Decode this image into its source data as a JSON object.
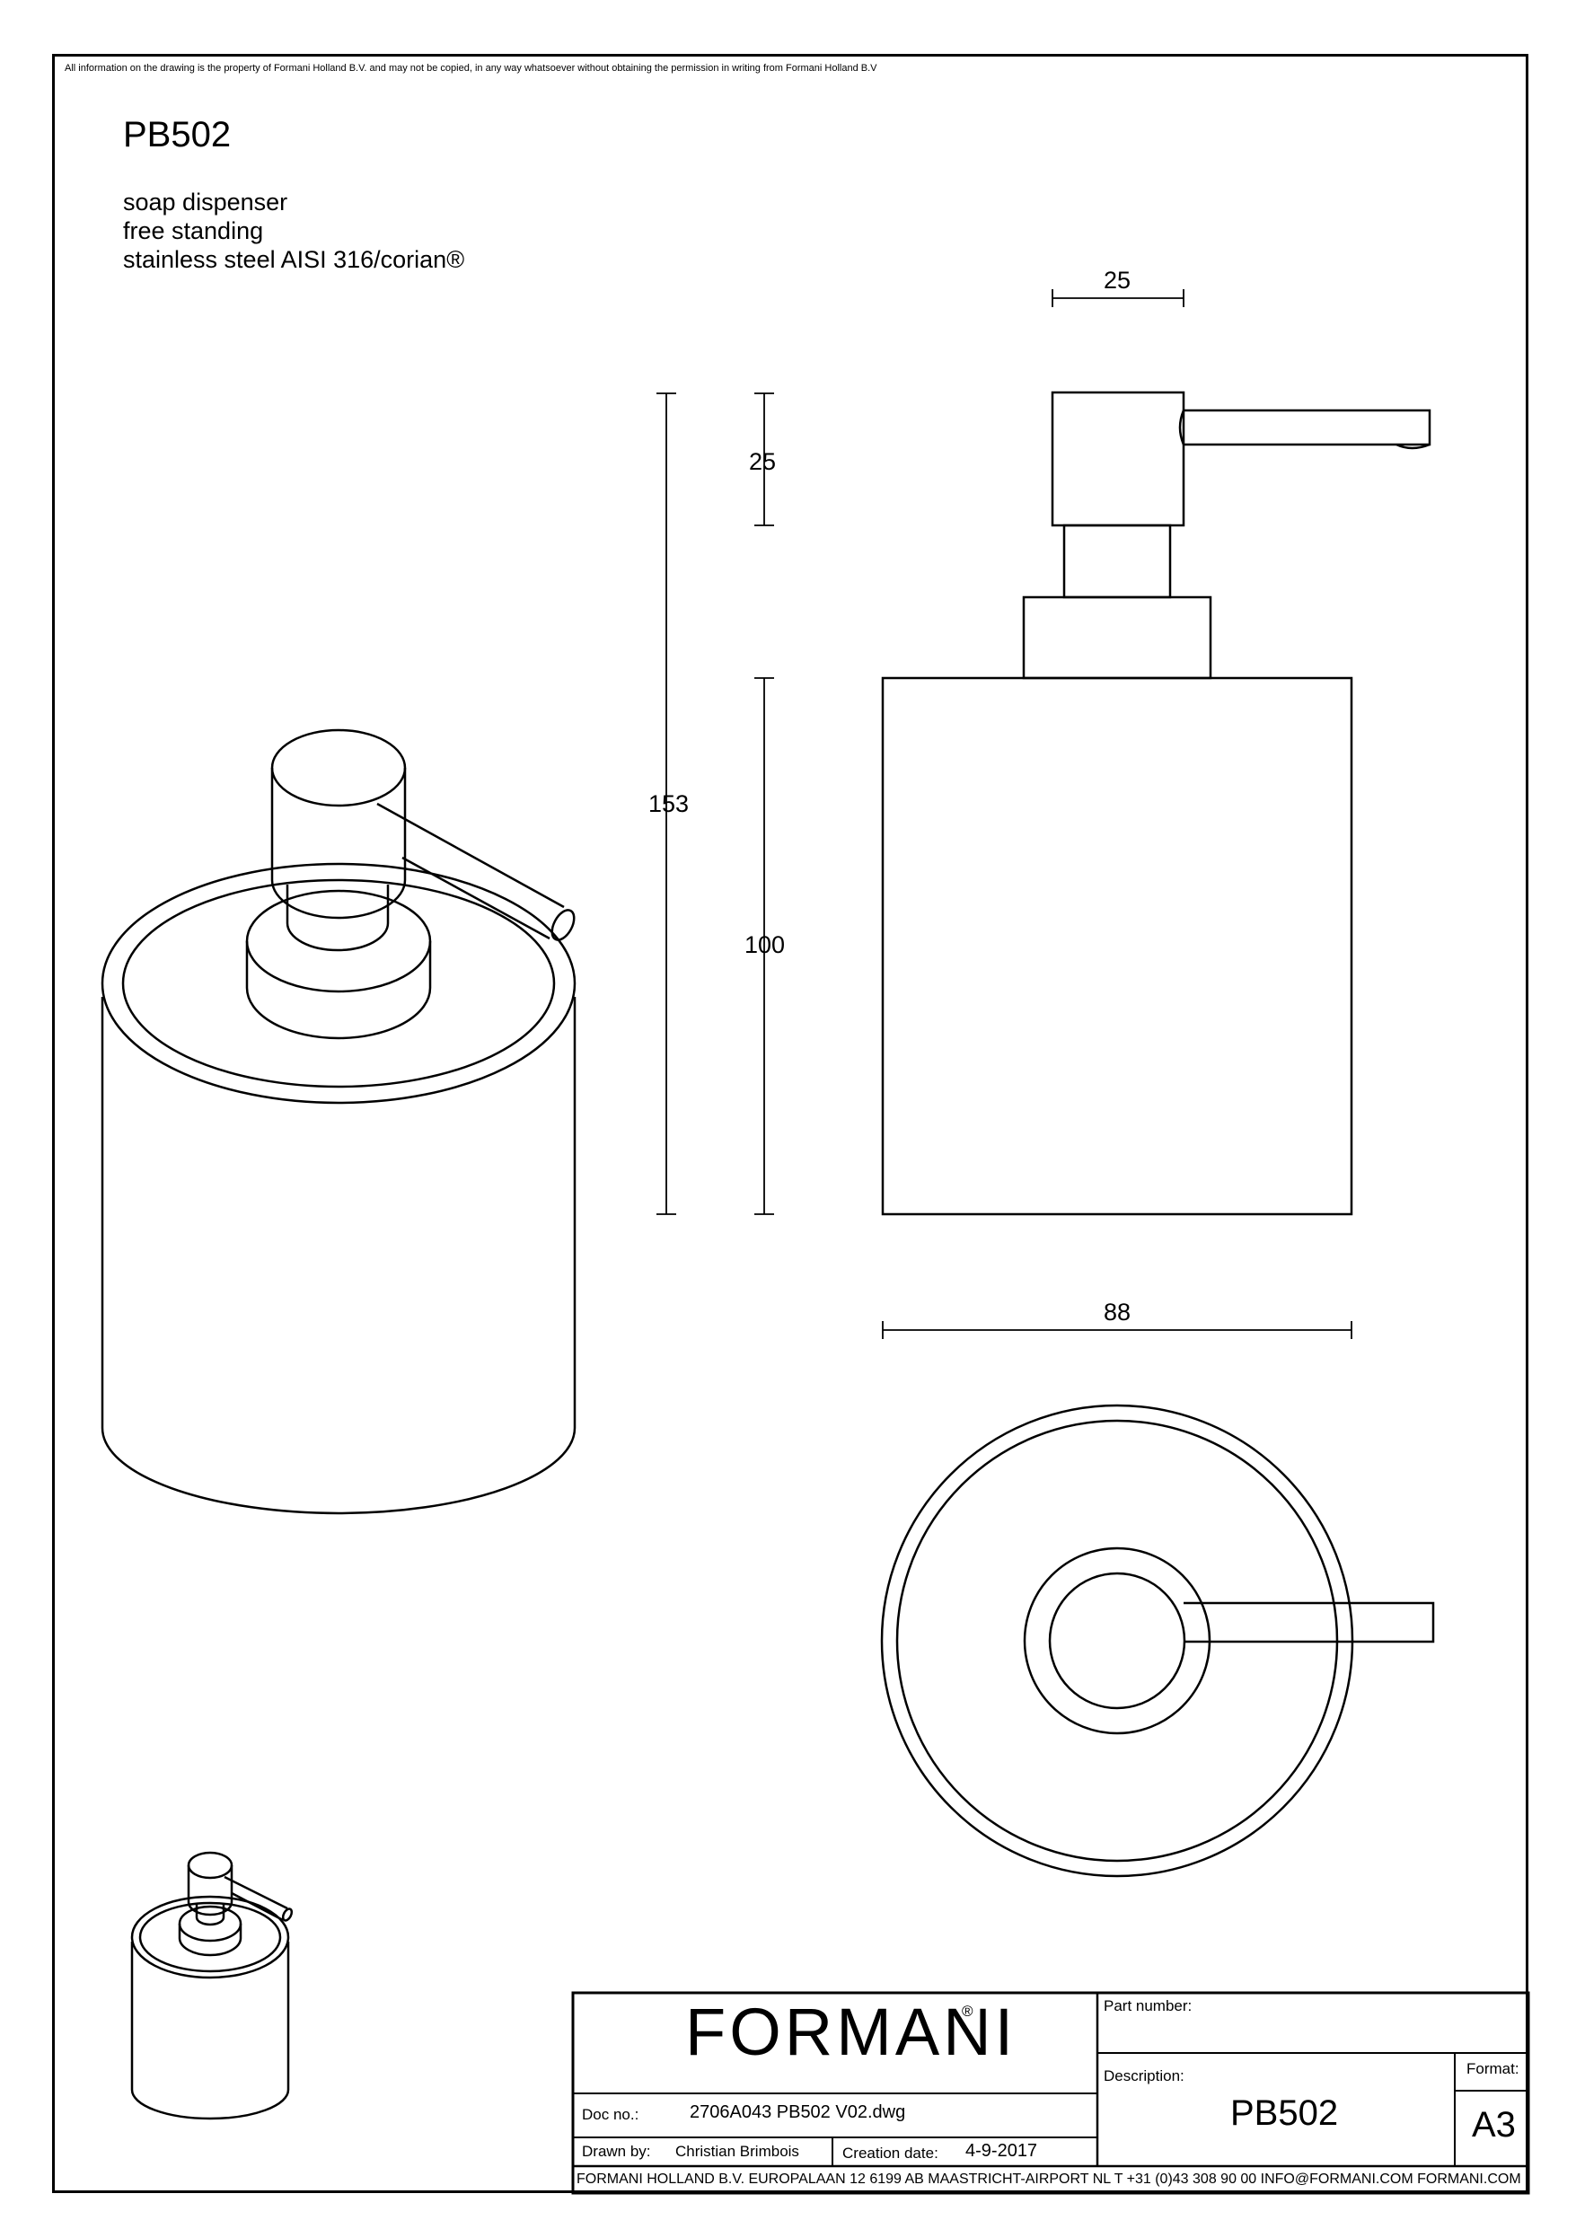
{
  "notice": "All information on the drawing is the property of Formani Holland B.V. and may not be copied, in any way whatsoever without obtaining the permission in writing from Formani Holland B.V",
  "product": {
    "code": "PB502",
    "lines": [
      "soap dispenser",
      "free standing",
      "stainless steel AISI 316/corian®"
    ]
  },
  "dimensions": {
    "pump_width": "25",
    "pump_height": "25",
    "total_height": "153",
    "body_height": "100",
    "diameter": "88"
  },
  "title_block": {
    "brand": "FORMANI",
    "registered": "®",
    "part_number_label": "Part number:",
    "description_label": "Description:",
    "description_value": "PB502",
    "format_label": "Format:",
    "format_value": "A3",
    "doc_no_label": "Doc no.:",
    "doc_no_value": "2706A043 PB502 V02.dwg",
    "drawn_by_label": "Drawn by:",
    "drawn_by_value": "Christian Brimbois",
    "creation_date_label": "Creation date:",
    "creation_date_value": "4-9-2017",
    "footer": "FORMANI HOLLAND B.V.  EUROPALAAN 12  6199 AB MAASTRICHT-AIRPORT NL  T +31 (0)43 308 90 00 INFO@FORMANI.COM FORMANI.COM"
  }
}
